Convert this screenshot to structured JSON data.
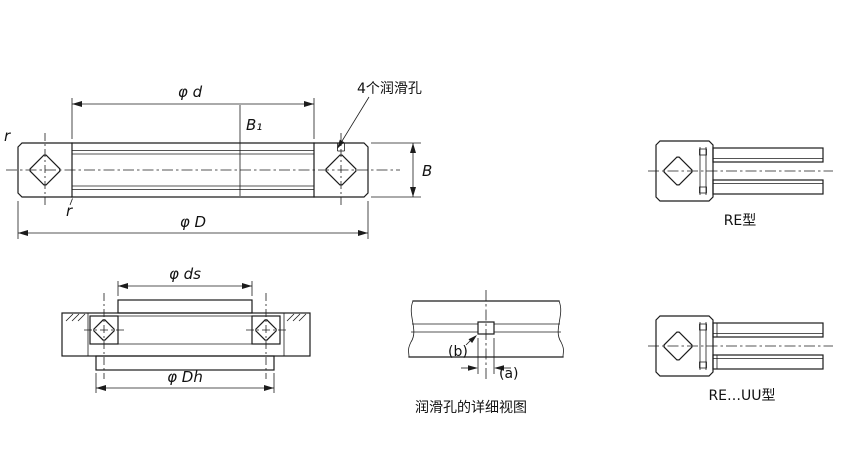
{
  "main_figure": {
    "dim_phi_d": "φ d",
    "lube_holes_note": "4个润滑孔",
    "dim_B1": "B₁",
    "r_outer": "r",
    "r_inner": "r",
    "dim_B": "B",
    "dim_phi_D": "φ D"
  },
  "re_figure": {
    "caption": "RE型"
  },
  "mount_figure": {
    "dim_phi_ds": "φ ds",
    "dim_phi_Dh": "φ Dh"
  },
  "detail_figure": {
    "label_b": "(b)",
    "label_a": "(a)",
    "caption": "润滑孔的详细视图"
  },
  "reuu_figure": {
    "caption": "RE…UU型"
  }
}
